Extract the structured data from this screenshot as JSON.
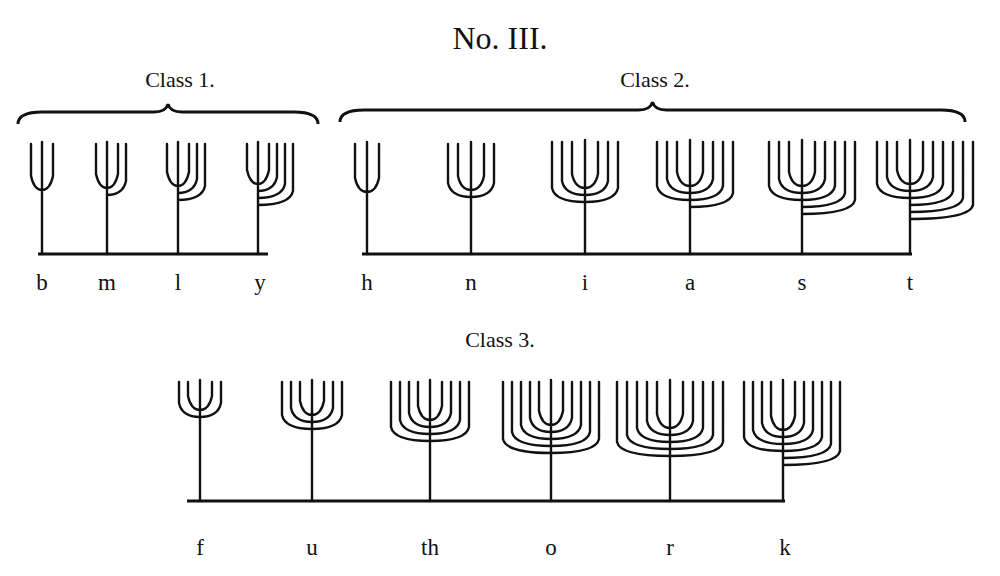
{
  "diagram": {
    "title": "No. III.",
    "labels": [
      "Class 1.",
      "b",
      "m",
      "l",
      "y",
      "Class 2.",
      "h",
      "n",
      "i",
      "a",
      "s",
      "t",
      "Class 3.",
      "f",
      "u",
      "th",
      "o",
      "r",
      "k"
    ]
  }
}
